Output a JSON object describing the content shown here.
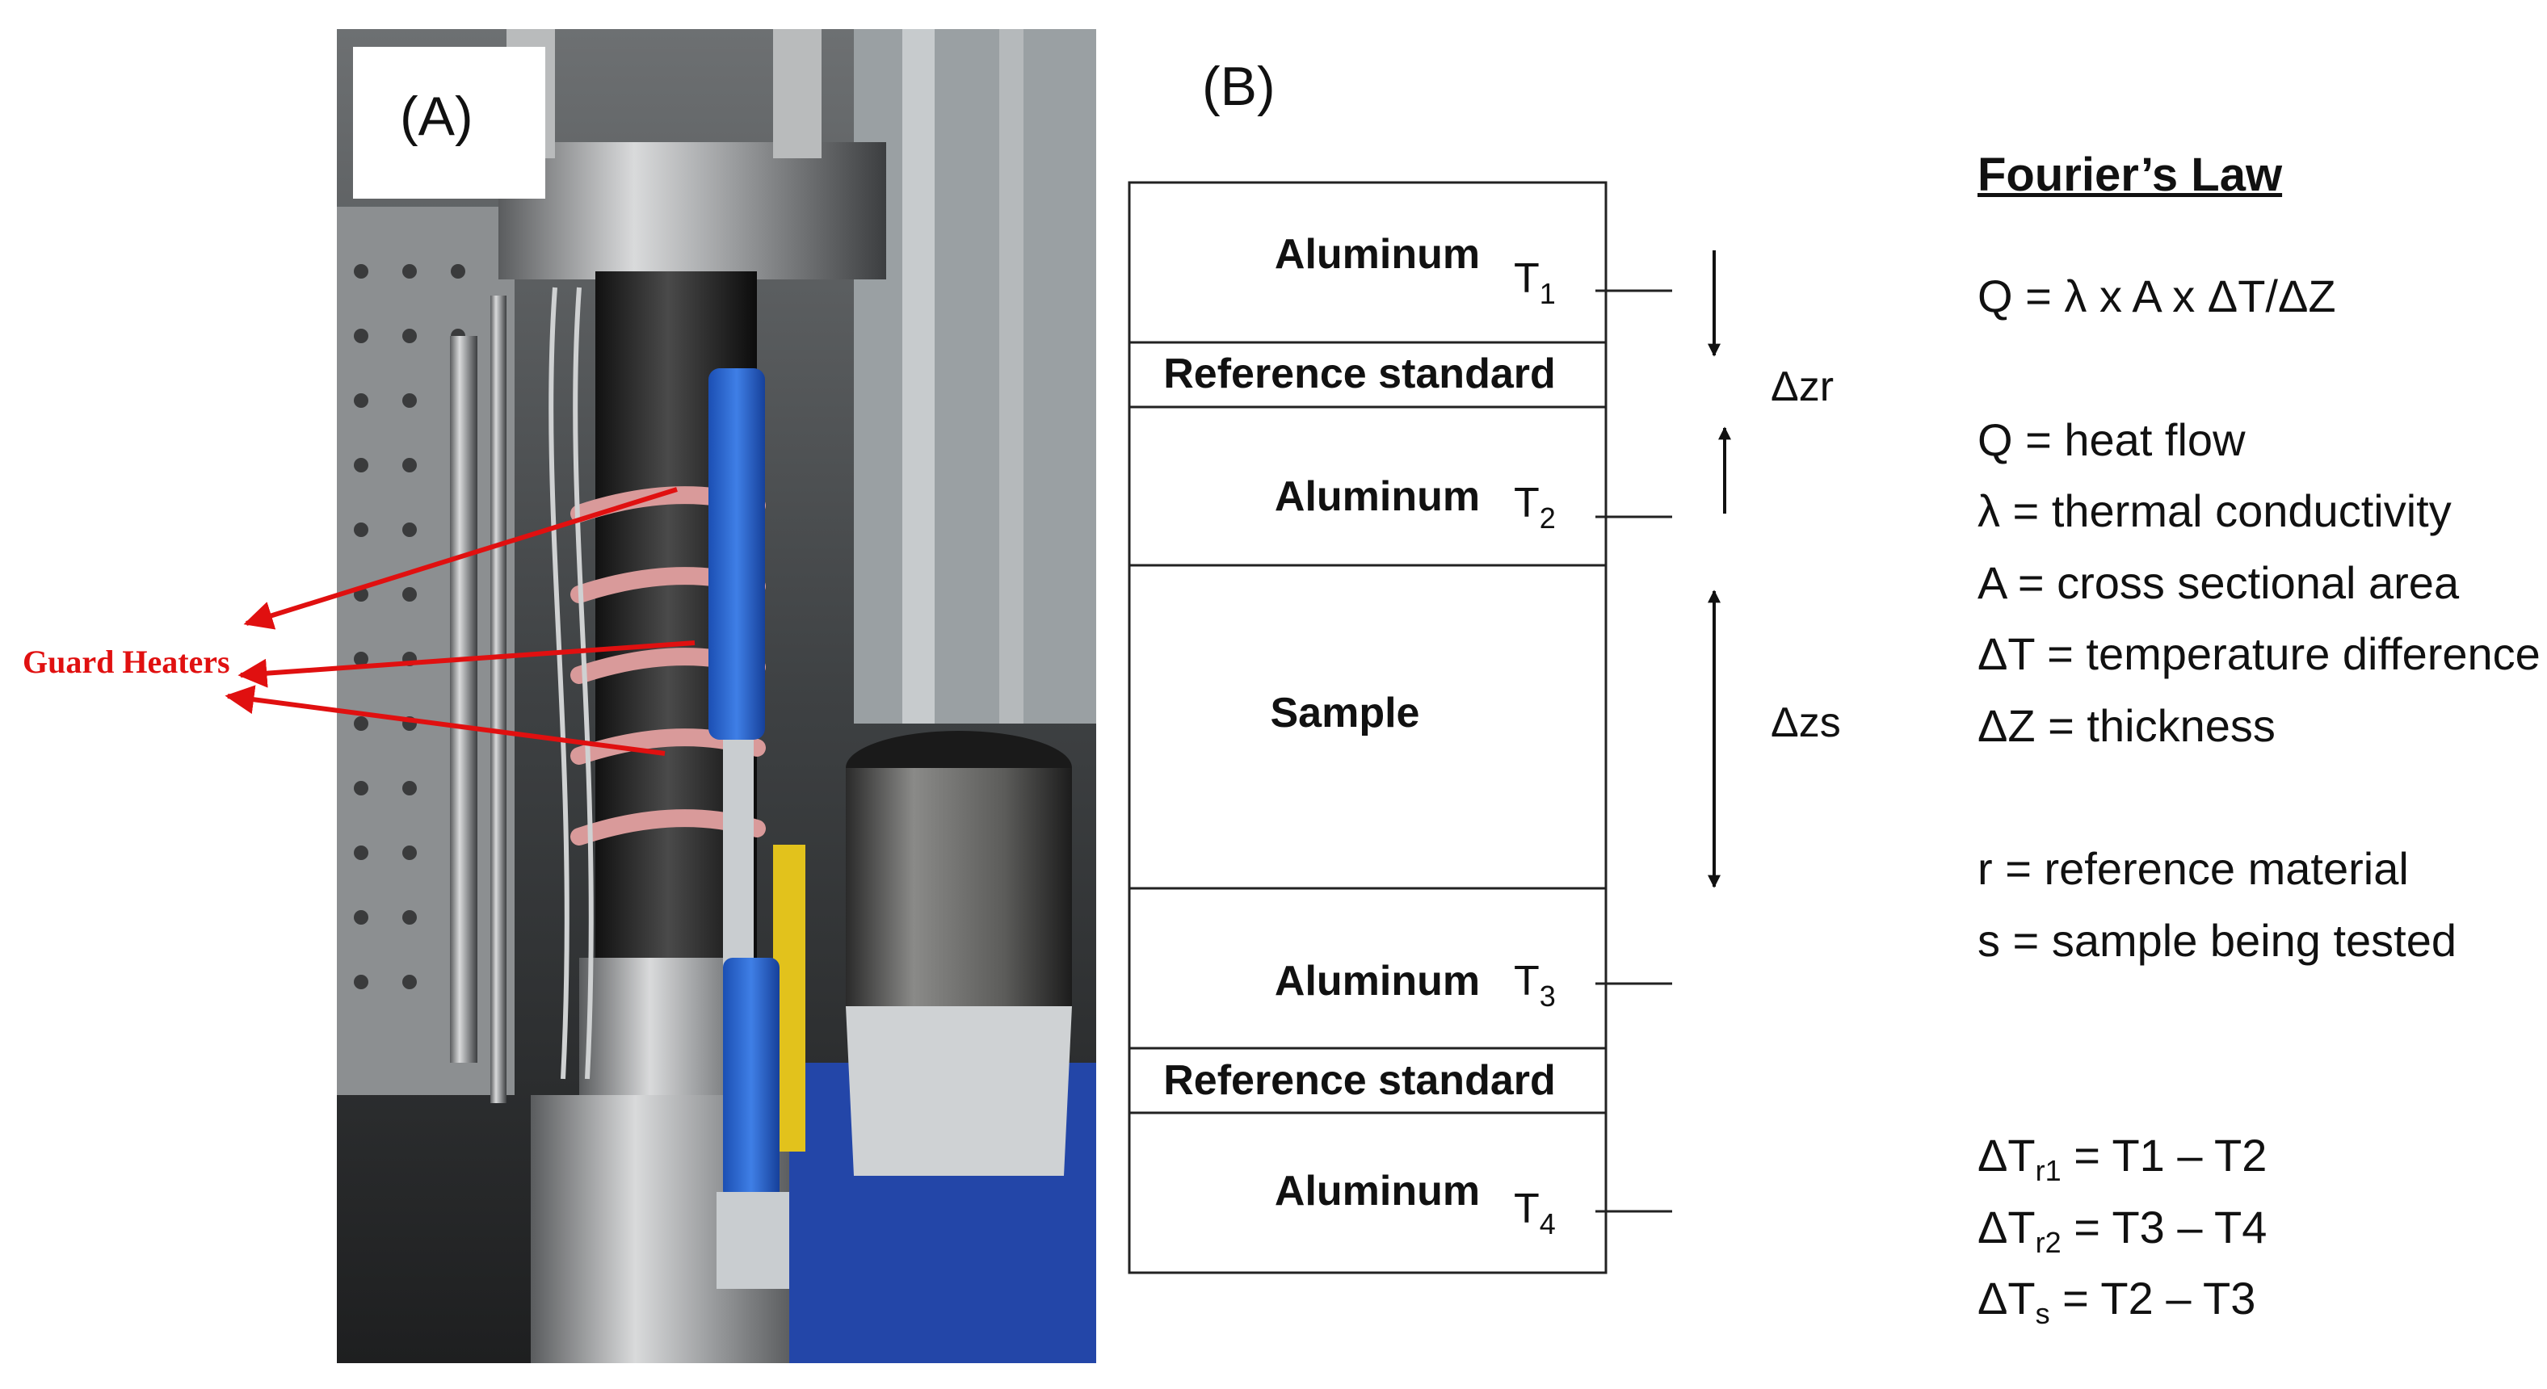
{
  "panel_a": {
    "label": "(A)",
    "annotation": "Guard Heaters",
    "annotation_color": "#e01010"
  },
  "panel_b": {
    "label": "(B)",
    "layers": [
      {
        "name": "Aluminum",
        "sensor": "T",
        "sub": "1"
      },
      {
        "name": "Reference standard"
      },
      {
        "name": "Aluminum",
        "sensor": "T",
        "sub": "2"
      },
      {
        "name": "Sample"
      },
      {
        "name": "Aluminum",
        "sensor": "T",
        "sub": "3"
      },
      {
        "name": "Reference standard"
      },
      {
        "name": "Aluminum",
        "sensor": "T",
        "sub": "4"
      }
    ],
    "dimensions": {
      "zr": "Δzr",
      "zs": "Δzs"
    }
  },
  "fourier": {
    "title": "Fourier’s Law",
    "equation": "Q = λ x A x ΔT/ΔZ",
    "definitions": [
      "Q = heat flow",
      "λ = thermal conductivity",
      "A = cross sectional area",
      "ΔT = temperature difference",
      "ΔZ = thickness"
    ],
    "subscripts": [
      "r = reference material",
      "s = sample being tested"
    ],
    "differences": [
      {
        "lhs": "ΔT",
        "sub": "r1",
        "rhs": " = T1 – T2"
      },
      {
        "lhs": "ΔT",
        "sub": "r2",
        "rhs": " = T3 – T4"
      },
      {
        "lhs": "ΔT",
        "sub": "s",
        "rhs": " =  T2 – T3"
      }
    ]
  }
}
